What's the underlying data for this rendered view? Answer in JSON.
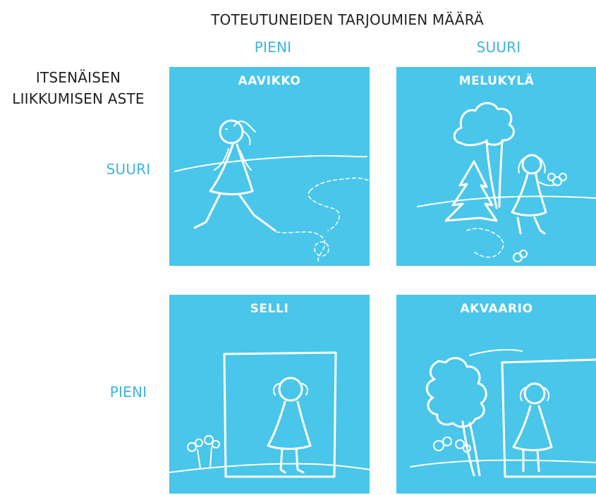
{
  "header": {
    "title": "TOTEUTUNEIDEN TARJOUMIEN MÄÄRÄ",
    "columns": [
      "PIENI",
      "SUURI"
    ]
  },
  "side": {
    "title": "ITSENÄISEN LIIKKUMISEN ASTE",
    "rows": [
      "SUURI",
      "PIENI"
    ]
  },
  "panels": {
    "aavikko": "AAVIKKO",
    "melukyla": "MELUKYLÄ",
    "selli": "SELLI",
    "akvaario": "AKVAARIO"
  },
  "colors": {
    "panel": "#49c6ea",
    "accent_text": "#3fb4dc",
    "drawing": "#ffffff"
  }
}
